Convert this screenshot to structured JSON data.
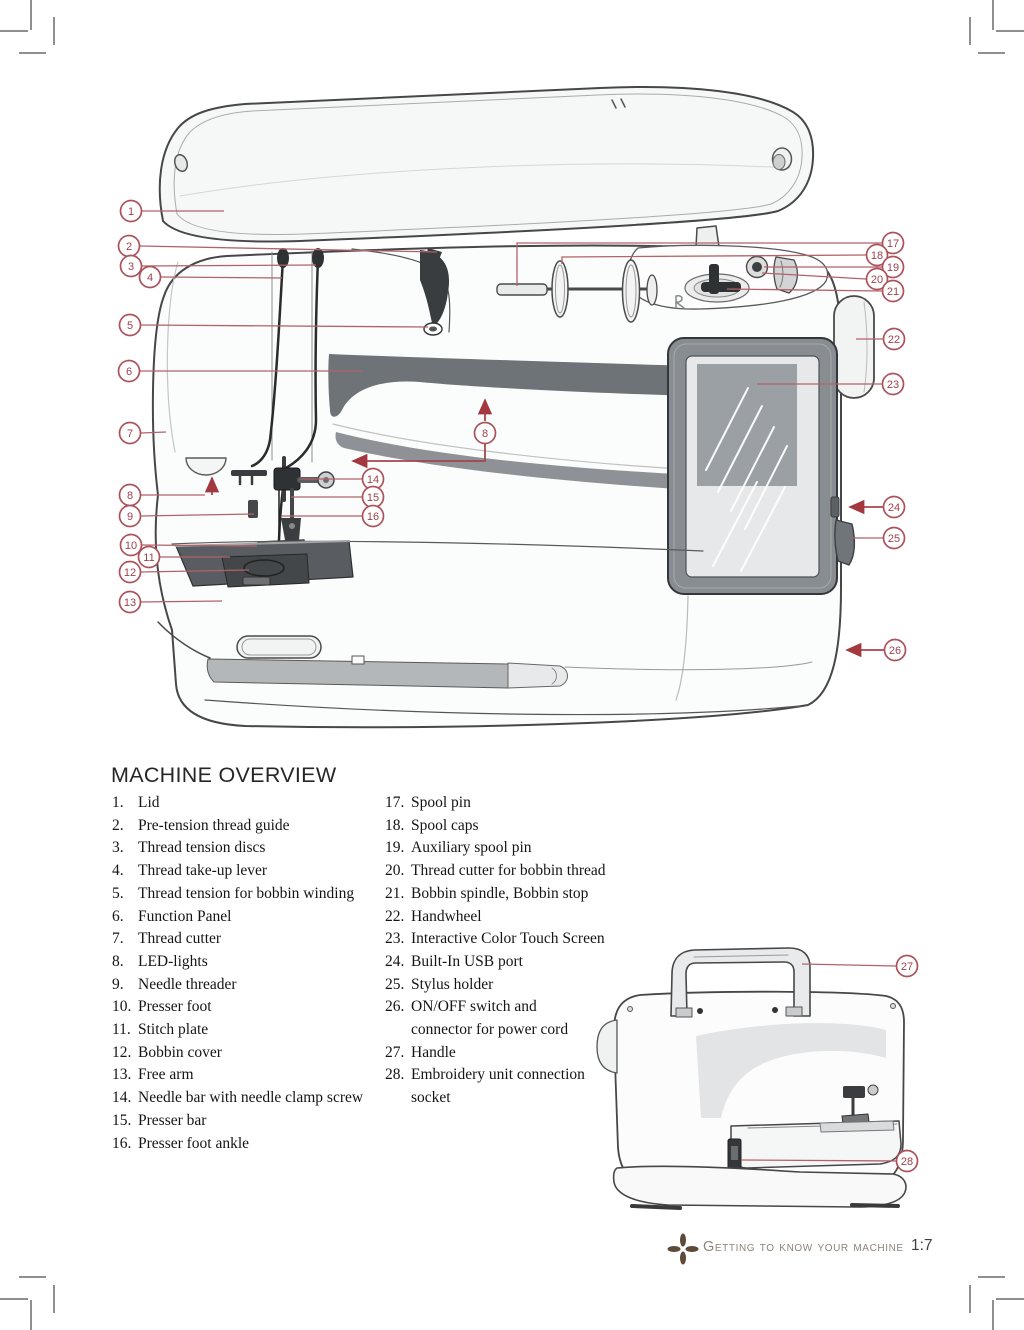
{
  "page": {
    "accent_color": "#a84e56",
    "footer_icon_color": "#5d4a39",
    "footer": {
      "section_label": "Getting to know your machine",
      "page_number": "1:7"
    }
  },
  "overview": {
    "title": "MACHINE OVERVIEW",
    "items_left": [
      {
        "num": "1.",
        "label": "Lid"
      },
      {
        "num": "2.",
        "label": "Pre-tension thread guide"
      },
      {
        "num": "3.",
        "label": "Thread tension discs"
      },
      {
        "num": "4.",
        "label": "Thread take-up lever"
      },
      {
        "num": "5.",
        "label": "Thread tension for bobbin winding"
      },
      {
        "num": "6.",
        "label": "Function Panel"
      },
      {
        "num": "7.",
        "label": "Thread cutter"
      },
      {
        "num": "8.",
        "label": "LED-lights"
      },
      {
        "num": "9.",
        "label": "Needle threader"
      },
      {
        "num": "10.",
        "label": "Presser foot"
      },
      {
        "num": "11.",
        "label": "Stitch plate"
      },
      {
        "num": "12.",
        "label": "Bobbin cover"
      },
      {
        "num": "13.",
        "label": "Free arm"
      },
      {
        "num": "14.",
        "label": "Needle bar with needle clamp screw"
      },
      {
        "num": "15.",
        "label": "Presser bar"
      },
      {
        "num": "16.",
        "label": "Presser foot ankle"
      }
    ],
    "items_right": [
      {
        "num": "17.",
        "label": "Spool pin"
      },
      {
        "num": "18.",
        "label": "Spool caps"
      },
      {
        "num": "19.",
        "label": "Auxiliary spool pin"
      },
      {
        "num": "20.",
        "label": "Thread cutter for bobbin thread"
      },
      {
        "num": "21.",
        "label": "Bobbin spindle, Bobbin stop"
      },
      {
        "num": "22.",
        "label": "Handwheel"
      },
      {
        "num": "23.",
        "label": "Interactive Color Touch Screen"
      },
      {
        "num": "24.",
        "label": "Built-In USB port"
      },
      {
        "num": "25.",
        "label": "Stylus holder"
      },
      {
        "num": "26.",
        "label": "ON/OFF switch and\nconnector for power cord"
      },
      {
        "num": "27.",
        "label": "Handle"
      },
      {
        "num": "28.",
        "label": "Embroidery unit connection\nsocket"
      }
    ]
  },
  "callouts": {
    "c1": "1",
    "c2": "2",
    "c3": "3",
    "c4": "4",
    "c5": "5",
    "c6": "6",
    "c7": "7",
    "c8": "8",
    "c9": "9",
    "c10": "10",
    "c11": "11",
    "c12": "12",
    "c13": "13",
    "c14": "14",
    "c15": "15",
    "c16": "16",
    "c17": "17",
    "c18": "18",
    "c19": "19",
    "c20": "20",
    "c21": "21",
    "c22": "22",
    "c23": "23",
    "c24": "24",
    "c25": "25",
    "c26": "26",
    "c27": "27",
    "c28": "28"
  }
}
